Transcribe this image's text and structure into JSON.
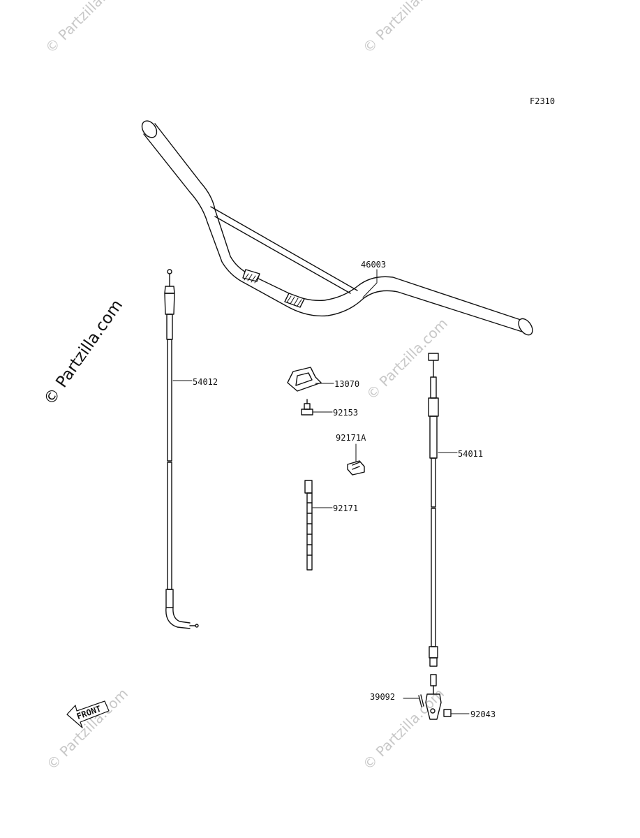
{
  "figure_code": "F2310",
  "watermark_text": "© Partzilla.com",
  "front_label": "FRONT",
  "parts": [
    {
      "id": "46003",
      "name": "handlebar"
    },
    {
      "id": "54012",
      "name": "throttle-cable"
    },
    {
      "id": "13070",
      "name": "cable-guide"
    },
    {
      "id": "92153",
      "name": "bolt"
    },
    {
      "id": "92171A",
      "name": "clamp-a"
    },
    {
      "id": "92171",
      "name": "cable-tie"
    },
    {
      "id": "54011",
      "name": "clutch-cable"
    },
    {
      "id": "39092",
      "name": "cotter-pin"
    },
    {
      "id": "92043",
      "name": "pin"
    }
  ]
}
